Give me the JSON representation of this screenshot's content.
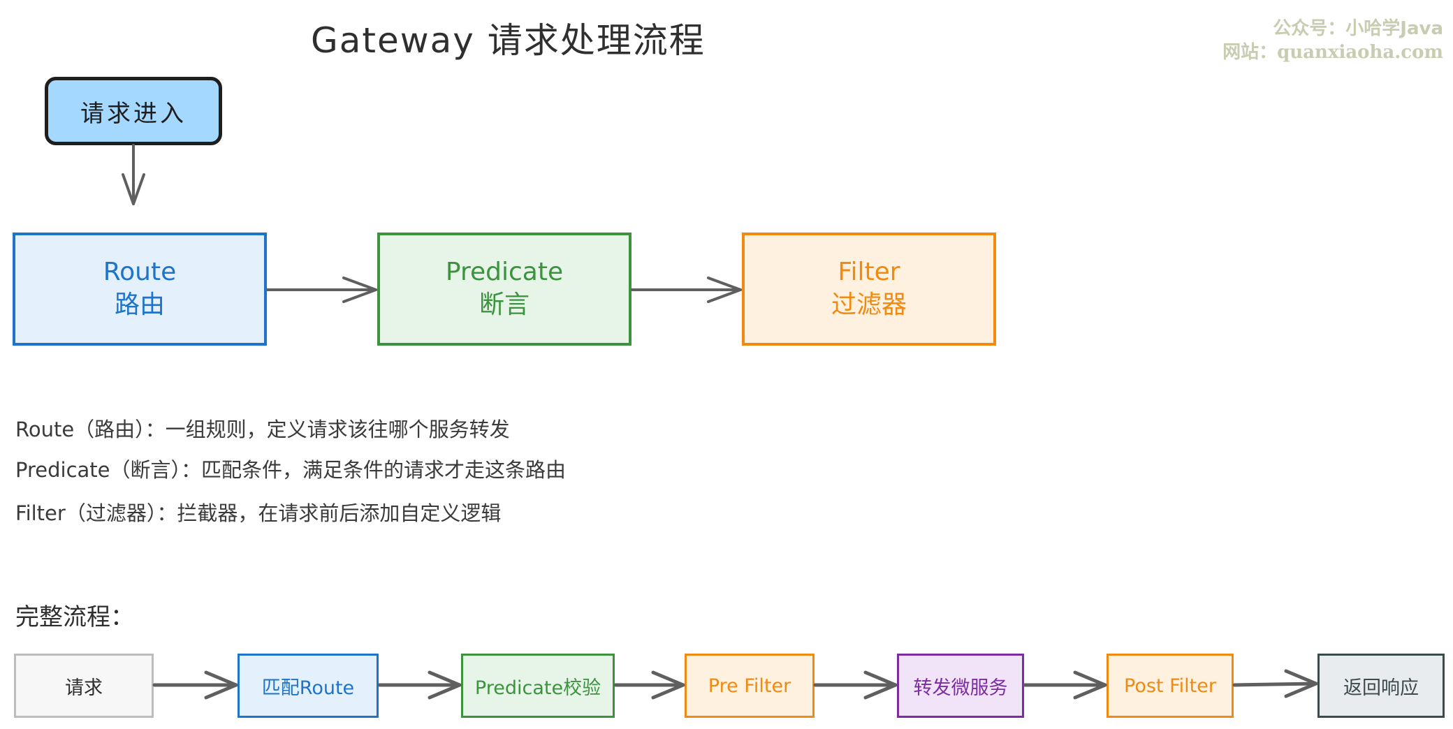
{
  "title": "Gateway 请求处理流程",
  "watermark": {
    "line1": "公众号：小哈学Java",
    "line2": "网站：quanxiaoha.com"
  },
  "start_node": {
    "label": "请求进入",
    "color": "#a5d8ff"
  },
  "core_nodes": [
    {
      "en": "Route",
      "zh": "路由",
      "color": "#1e74c8",
      "fill": "#e4f1fd"
    },
    {
      "en": "Predicate",
      "zh": "断言",
      "color": "#3c923f",
      "fill": "#e6f5e7"
    },
    {
      "en": "Filter",
      "zh": "过滤器",
      "color": "#f08a10",
      "fill": "#fff1df"
    }
  ],
  "descriptions": [
    "Route（路由）：一组规则，定义请求该往哪个服务转发",
    "Predicate（断言）：匹配条件，满足条件的请求才走这条路由",
    "Filter（过滤器）：拦截器，在请求前后添加自定义逻辑"
  ],
  "full_flow": {
    "heading": "完整流程：",
    "steps": [
      {
        "label": "请求",
        "color": "#bdbdbd"
      },
      {
        "label": "匹配Route",
        "color": "#1e74c8"
      },
      {
        "label": "Predicate校验",
        "color": "#3c923f"
      },
      {
        "label": "Pre Filter",
        "color": "#f08a10"
      },
      {
        "label": "转发微服务",
        "color": "#7b2ca0"
      },
      {
        "label": "Post Filter",
        "color": "#f08a10"
      },
      {
        "label": "返回响应",
        "color": "#3b4a4a"
      }
    ]
  },
  "arrow_color": "#5f5f5f"
}
